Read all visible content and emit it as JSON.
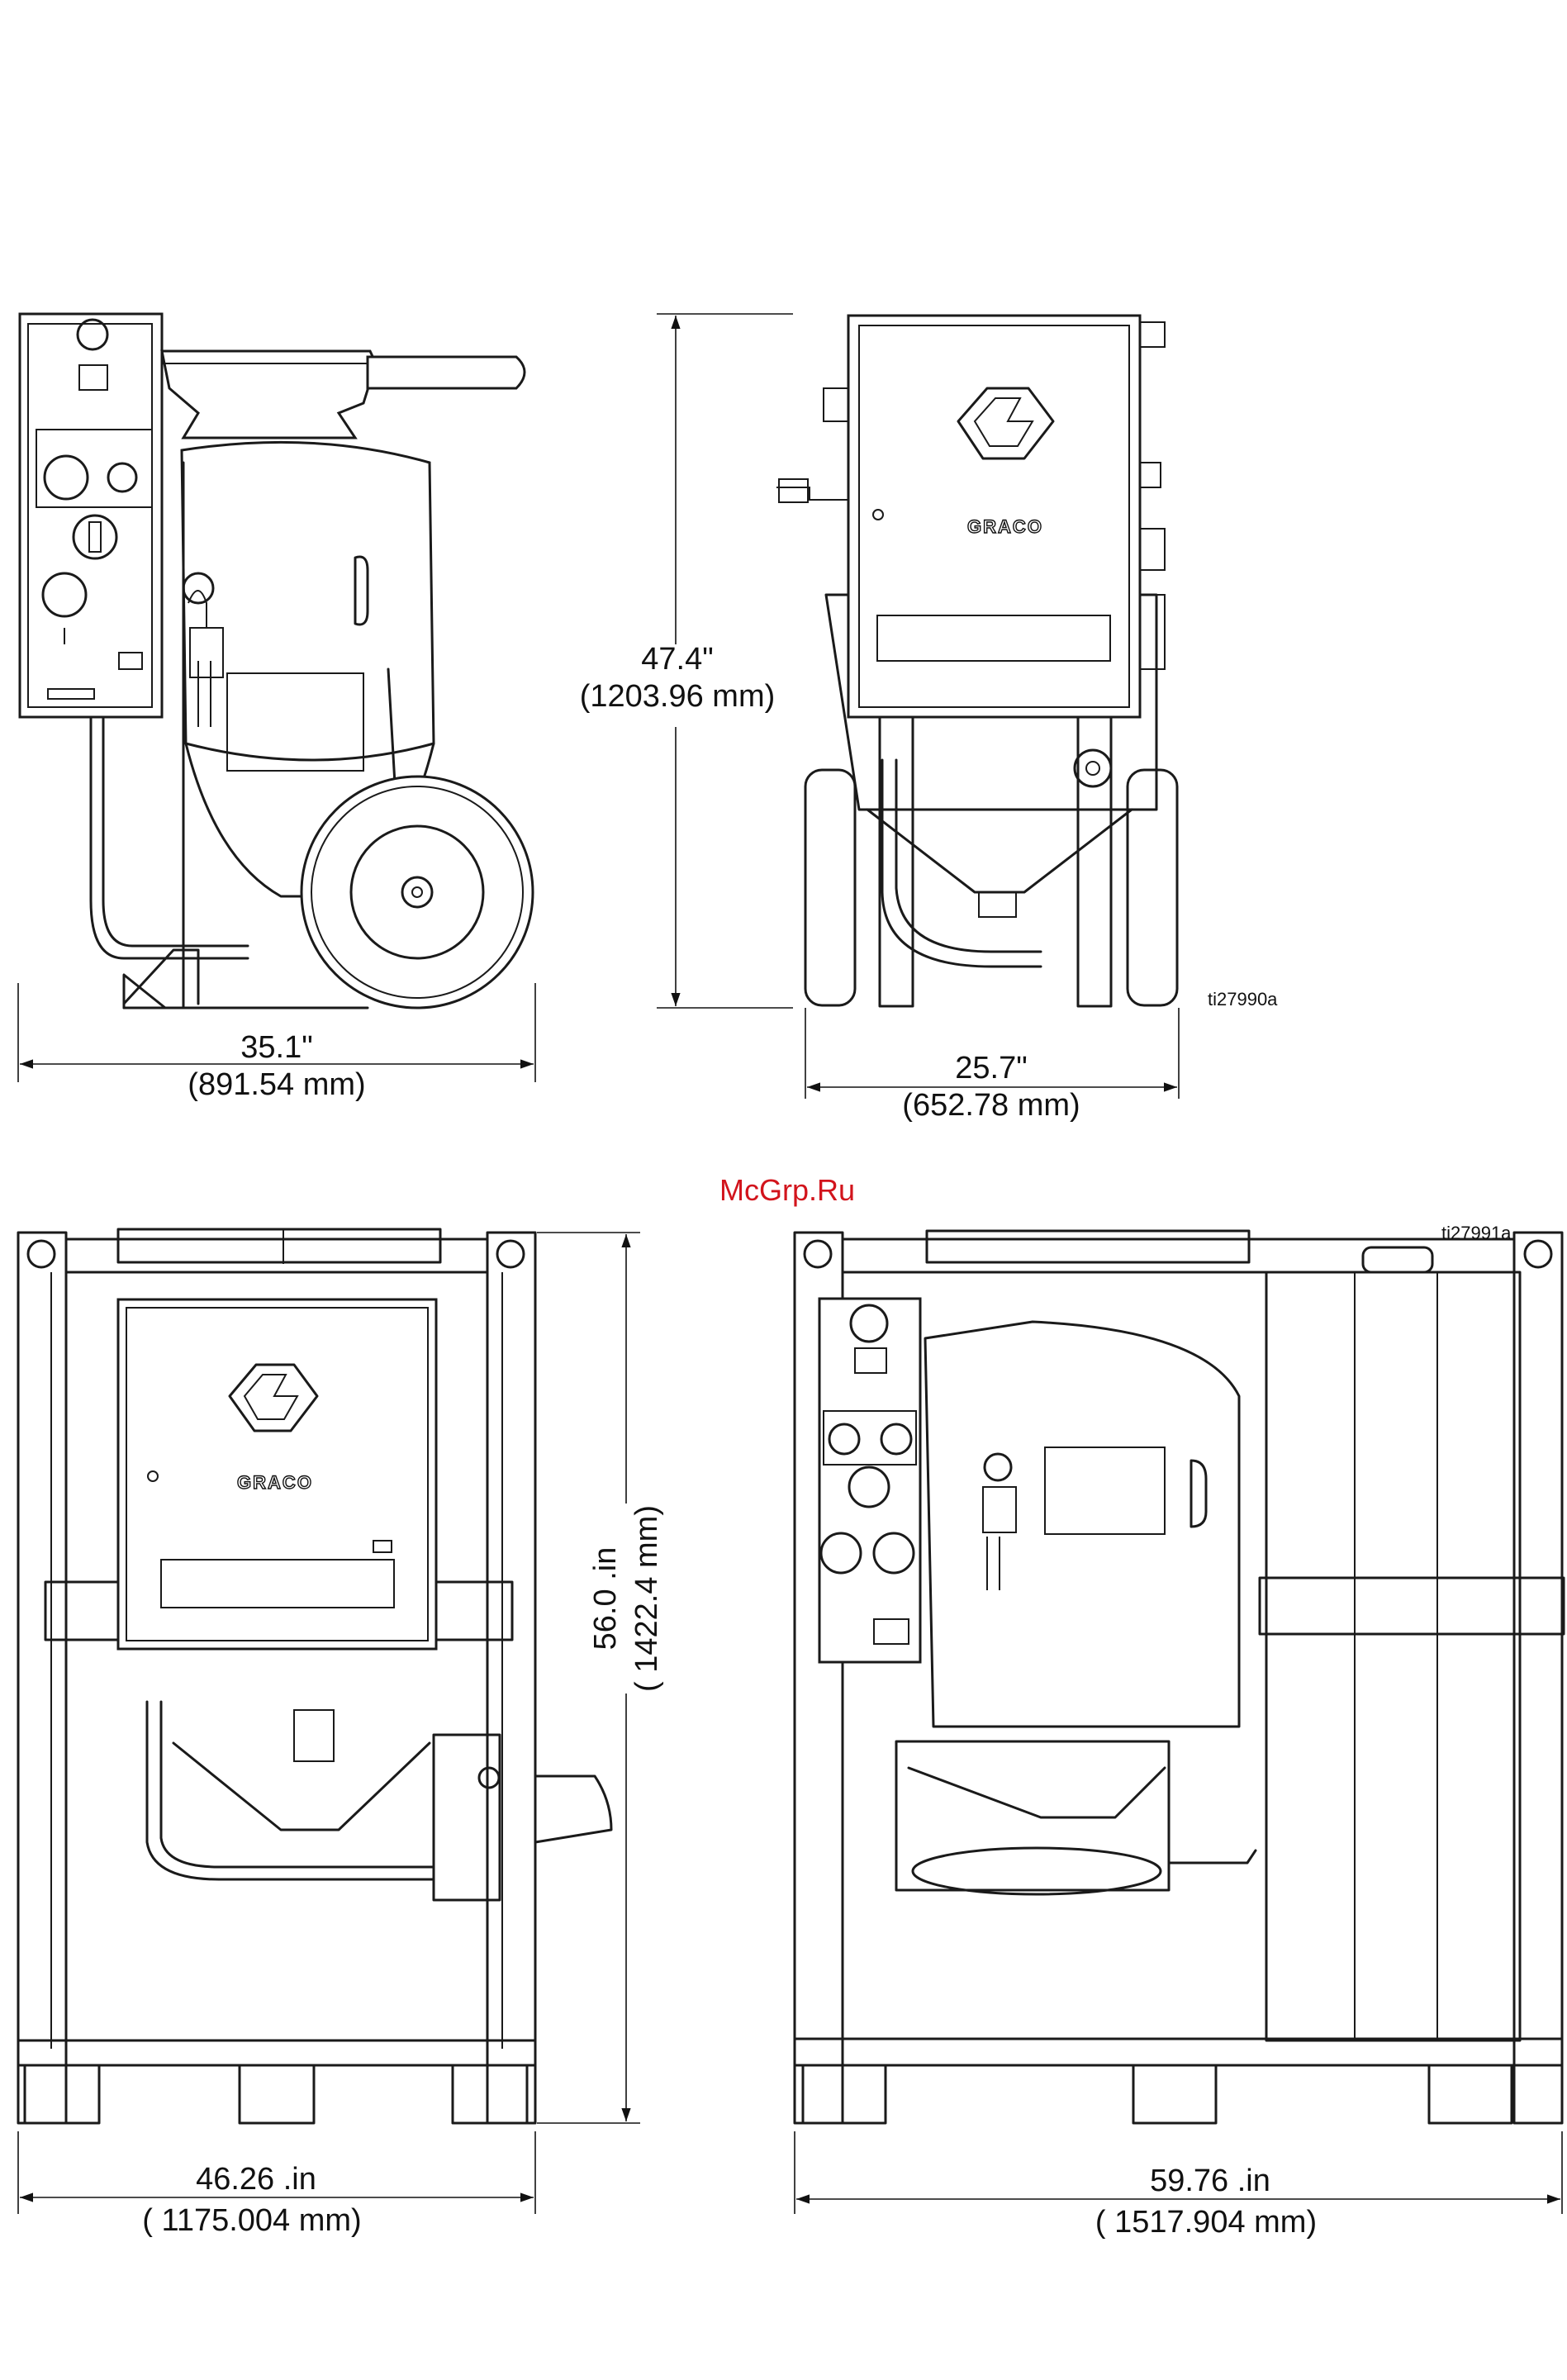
{
  "brand": {
    "logo_text": "GRACO"
  },
  "watermark": "McGrp.Ru",
  "figure_refs": {
    "top": "ti27990a",
    "bottom": "ti27991a"
  },
  "dimensions": {
    "top_left_width": {
      "imperial": "35.1\"",
      "metric": "(891.54 mm)"
    },
    "top_height": {
      "imperial": "47.4\"",
      "metric": "(1203.96 mm)"
    },
    "top_right_width": {
      "imperial": "25.7\"",
      "metric": "(652.78 mm)"
    },
    "bottom_height": {
      "imperial": "56.0 .in",
      "metric": "( 1422.4 mm)"
    },
    "bottom_left_width": {
      "imperial": "46.26 .in",
      "metric": "( 1175.004 mm)"
    },
    "bottom_right_width": {
      "imperial": "59.76 .in",
      "metric": "( 1517.904 mm)"
    }
  }
}
